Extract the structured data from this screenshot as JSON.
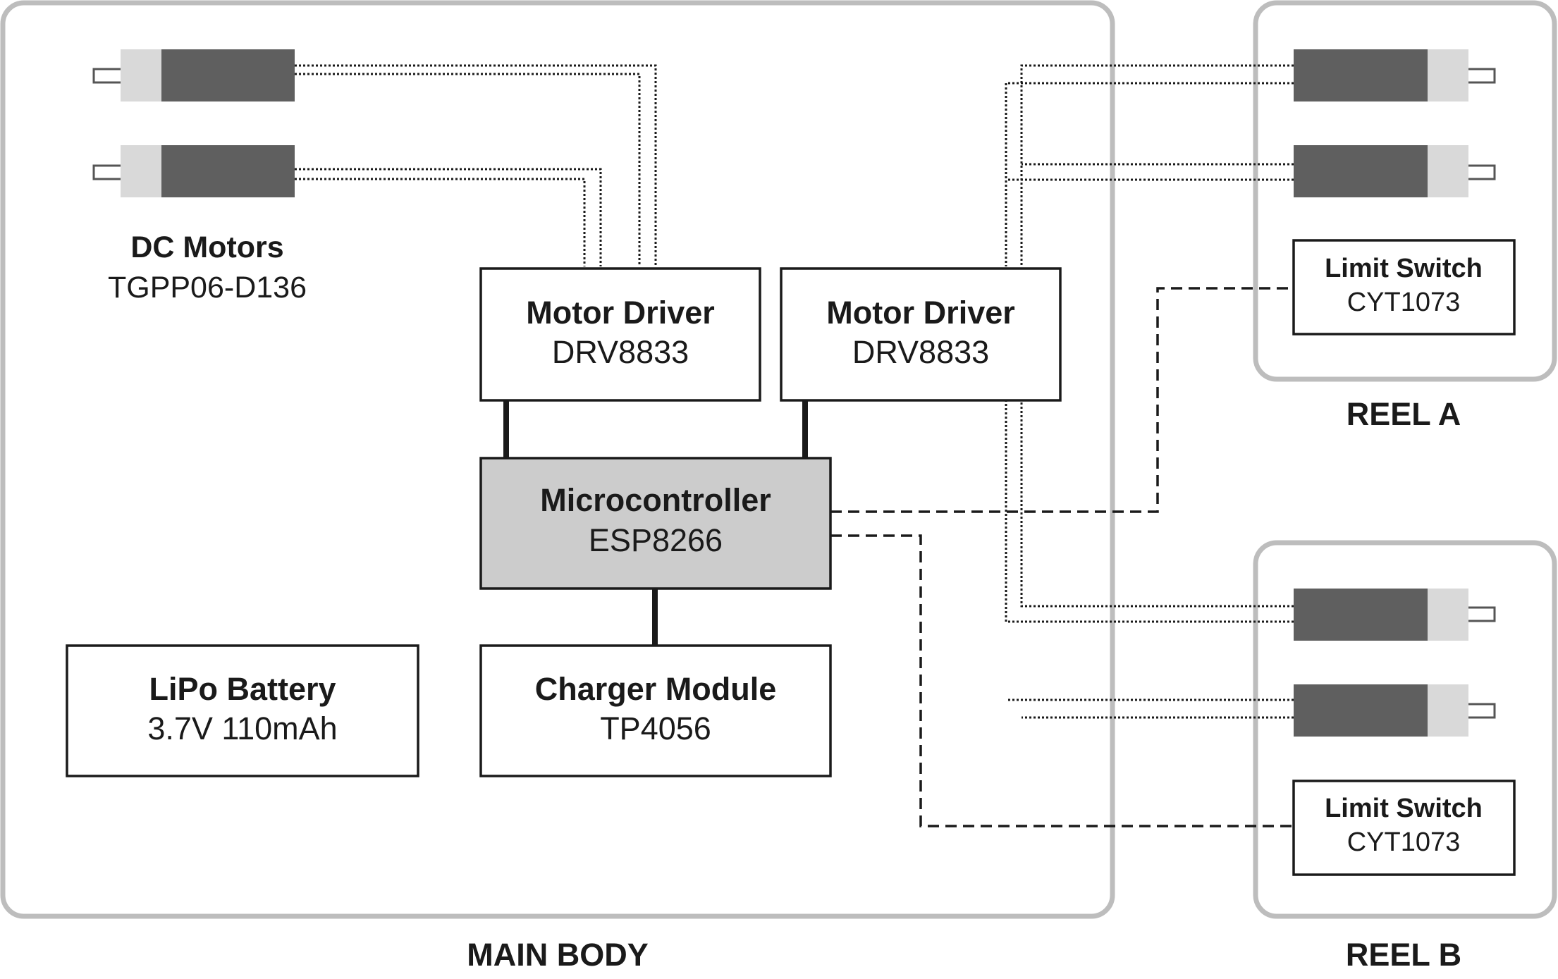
{
  "regions": {
    "main_body": "MAIN BODY",
    "reel_a": "REEL A",
    "reel_b": "REEL B"
  },
  "dc_motors": {
    "title": "DC Motors",
    "model": "TGPP06-D136"
  },
  "motor_driver_1": {
    "title": "Motor Driver",
    "model": "DRV8833"
  },
  "motor_driver_2": {
    "title": "Motor Driver",
    "model": "DRV8833"
  },
  "microcontroller": {
    "title": "Microcontroller",
    "model": "ESP8266"
  },
  "charger": {
    "title": "Charger Module",
    "model": "TP4056"
  },
  "battery": {
    "title": "LiPo Battery",
    "model": "3.7V 110mAh"
  },
  "limit_switch_a": {
    "title": "Limit Switch",
    "model": "CYT1073"
  },
  "limit_switch_b": {
    "title": "Limit Switch",
    "model": "CYT1073"
  },
  "colors": {
    "frame": "#bdbdbd",
    "motor_body": "#5f5f5f",
    "motor_cap": "#d9d9d9",
    "mcu_fill": "#cccccc",
    "line": "#1a1a1a"
  },
  "icons": {
    "motor": "dc-motor-icon"
  }
}
